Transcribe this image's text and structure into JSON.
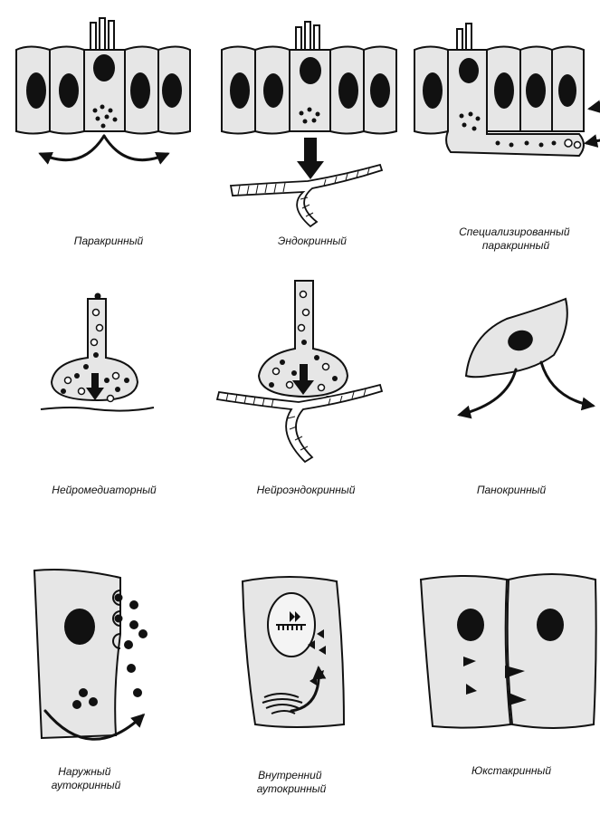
{
  "panels": {
    "paracrine": {
      "label_lines": [
        "Паракринный"
      ]
    },
    "endocrine": {
      "label_lines": [
        "Эндокринный"
      ]
    },
    "spec_paracrine": {
      "label_lines": [
        "Специализированный",
        "паракринный"
      ]
    },
    "neuromediator": {
      "label_lines": [
        "Нейромедиаторный"
      ]
    },
    "neuroendocrine": {
      "label_lines": [
        "Нейроэндокринный"
      ]
    },
    "panocrine": {
      "label_lines": [
        "Панокринный"
      ]
    },
    "ext_autocrine": {
      "label_lines": [
        "Наружный",
        "аутокринный"
      ]
    },
    "int_autocrine": {
      "label_lines": [
        "Внутренний",
        "аутокринный"
      ]
    },
    "juxtacrine": {
      "label_lines": [
        "Юкстакринный"
      ]
    }
  },
  "colors": {
    "ink": "#111111",
    "cell_fill": "#e6e6e6",
    "background": "#ffffff"
  }
}
